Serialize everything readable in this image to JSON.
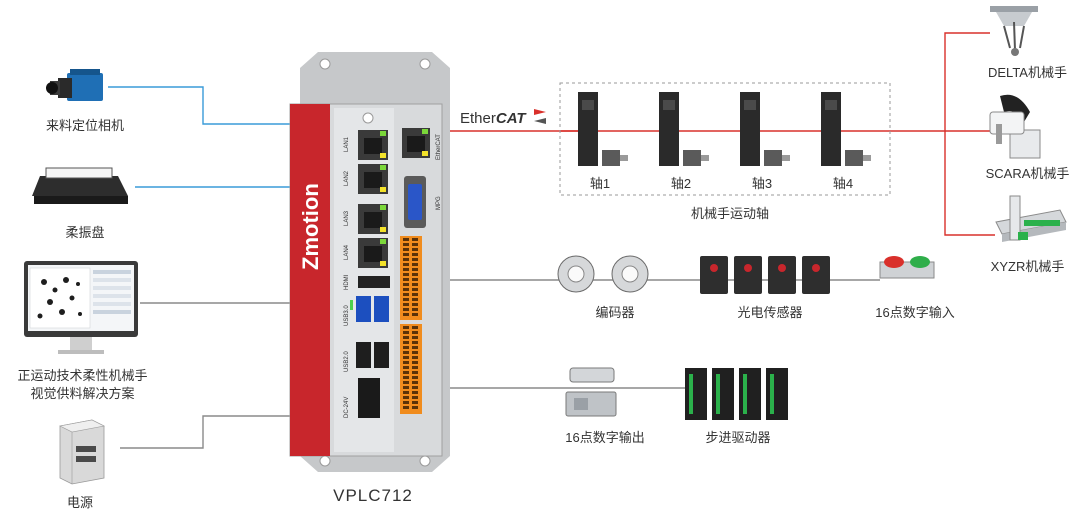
{
  "controller": {
    "model": "VPLC712",
    "brand": "Zmotion",
    "ports": {
      "lan1": "LAN1",
      "lan2": "LAN2",
      "lan3": "LAN3",
      "lan4": "LAN4",
      "ethercat": "EtherCAT",
      "mpg": "MPG",
      "hdmi": "HDMI",
      "usb30": "USB3.0",
      "usb20": "USB2.0",
      "power": "DC-24V"
    }
  },
  "left_devices": {
    "camera": "来料定位相机",
    "flex_feeder": "柔振盘",
    "software_line1": "正运动技术柔性机械手",
    "software_line2": "视觉供料解决方案",
    "power_supply": "电源"
  },
  "ethercat": {
    "logo_text": "Ether",
    "logo_text_bold": "CAT",
    "axes": [
      "轴1",
      "轴2",
      "轴3",
      "轴4"
    ],
    "group_label": "机械手运动轴"
  },
  "robots": [
    "DELTA机械手",
    "SCARA机械手",
    "XYZR机械手"
  ],
  "io_devices": {
    "encoder": "编码器",
    "photo_sensor": "光电传感器",
    "digital_input": "16点数字输入",
    "digital_output": "16点数字输出",
    "stepper_driver": "步进驱动器"
  },
  "colors": {
    "accent_red": "#c8262c",
    "link_blue": "#3a9bd9",
    "link_gray": "#8a8a8a",
    "link_red": "#d9302b",
    "terminal_orange": "#f08c1e"
  }
}
